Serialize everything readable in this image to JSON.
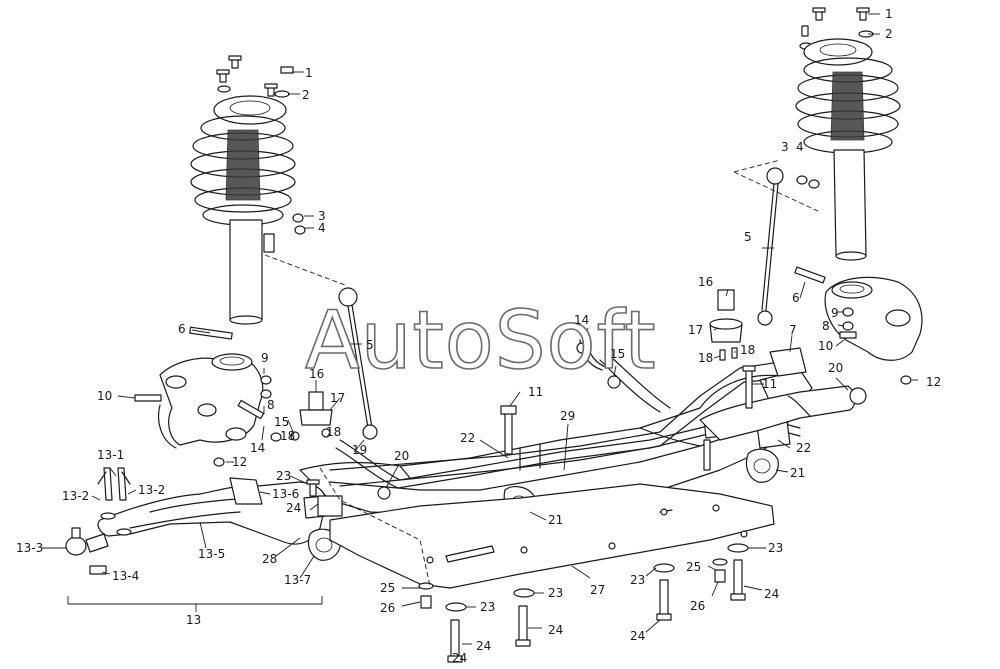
{
  "watermark": "AutoSoft",
  "callouts": [
    {
      "id": "c-1-right",
      "text": "1"
    },
    {
      "id": "c-2-right",
      "text": "2"
    },
    {
      "id": "c-1-left",
      "text": "1"
    },
    {
      "id": "c-2-left",
      "text": "2"
    },
    {
      "id": "c-3-left",
      "text": "3"
    },
    {
      "id": "c-4-left",
      "text": "4"
    },
    {
      "id": "c-3-right",
      "text": "3"
    },
    {
      "id": "c-4-right",
      "text": "4"
    },
    {
      "id": "c-5-right",
      "text": "5"
    },
    {
      "id": "c-5-left",
      "text": "5"
    },
    {
      "id": "c-6-left",
      "text": "6"
    },
    {
      "id": "c-6-right",
      "text": "6"
    },
    {
      "id": "c-7",
      "text": "7"
    },
    {
      "id": "c-8-left",
      "text": "8"
    },
    {
      "id": "c-8-right",
      "text": "8"
    },
    {
      "id": "c-9-left",
      "text": "9"
    },
    {
      "id": "c-9-right",
      "text": "9"
    },
    {
      "id": "c-10-left",
      "text": "10"
    },
    {
      "id": "c-10-right",
      "text": "10"
    },
    {
      "id": "c-11-center",
      "text": "11"
    },
    {
      "id": "c-11-right",
      "text": "11"
    },
    {
      "id": "c-12-left",
      "text": "12"
    },
    {
      "id": "c-12-right",
      "text": "12"
    },
    {
      "id": "c-13",
      "text": "13"
    },
    {
      "id": "c-13-1",
      "text": "13-1"
    },
    {
      "id": "c-13-2a",
      "text": "13-2"
    },
    {
      "id": "c-13-2b",
      "text": "13-2"
    },
    {
      "id": "c-13-3",
      "text": "13-3"
    },
    {
      "id": "c-13-4",
      "text": "13-4"
    },
    {
      "id": "c-13-5",
      "text": "13-5"
    },
    {
      "id": "c-13-6",
      "text": "13-6"
    },
    {
      "id": "c-13-7",
      "text": "13-7"
    },
    {
      "id": "c-14-left",
      "text": "14"
    },
    {
      "id": "c-14-center",
      "text": "14"
    },
    {
      "id": "c-15-left",
      "text": "15"
    },
    {
      "id": "c-15-center",
      "text": "15"
    },
    {
      "id": "c-16-left",
      "text": "16"
    },
    {
      "id": "c-16-right",
      "text": "16"
    },
    {
      "id": "c-17-left",
      "text": "17"
    },
    {
      "id": "c-17-right",
      "text": "17"
    },
    {
      "id": "c-18-a",
      "text": "18"
    },
    {
      "id": "c-18-b",
      "text": "18"
    },
    {
      "id": "c-18-c",
      "text": "18"
    },
    {
      "id": "c-18-d",
      "text": "18"
    },
    {
      "id": "c-19",
      "text": "19"
    },
    {
      "id": "c-20-left",
      "text": "20"
    },
    {
      "id": "c-20-right",
      "text": "20"
    },
    {
      "id": "c-21-center",
      "text": "21"
    },
    {
      "id": "c-21-right",
      "text": "21"
    },
    {
      "id": "c-22-center",
      "text": "22"
    },
    {
      "id": "c-22-right",
      "text": "22"
    },
    {
      "id": "c-23-a",
      "text": "23"
    },
    {
      "id": "c-23-b",
      "text": "23"
    },
    {
      "id": "c-23-c",
      "text": "23"
    },
    {
      "id": "c-23-d",
      "text": "23"
    },
    {
      "id": "c-23-e",
      "text": "23"
    },
    {
      "id": "c-24-a",
      "text": "24"
    },
    {
      "id": "c-24-b",
      "text": "24"
    },
    {
      "id": "c-24-c",
      "text": "24"
    },
    {
      "id": "c-24-d",
      "text": "24"
    },
    {
      "id": "c-24-e",
      "text": "24"
    },
    {
      "id": "c-24-f",
      "text": "24"
    },
    {
      "id": "c-25-left",
      "text": "25"
    },
    {
      "id": "c-25-right",
      "text": "25"
    },
    {
      "id": "c-26-left",
      "text": "26"
    },
    {
      "id": "c-26-right",
      "text": "26"
    },
    {
      "id": "c-27",
      "text": "27"
    },
    {
      "id": "c-28",
      "text": "28"
    },
    {
      "id": "c-29",
      "text": "29"
    }
  ]
}
